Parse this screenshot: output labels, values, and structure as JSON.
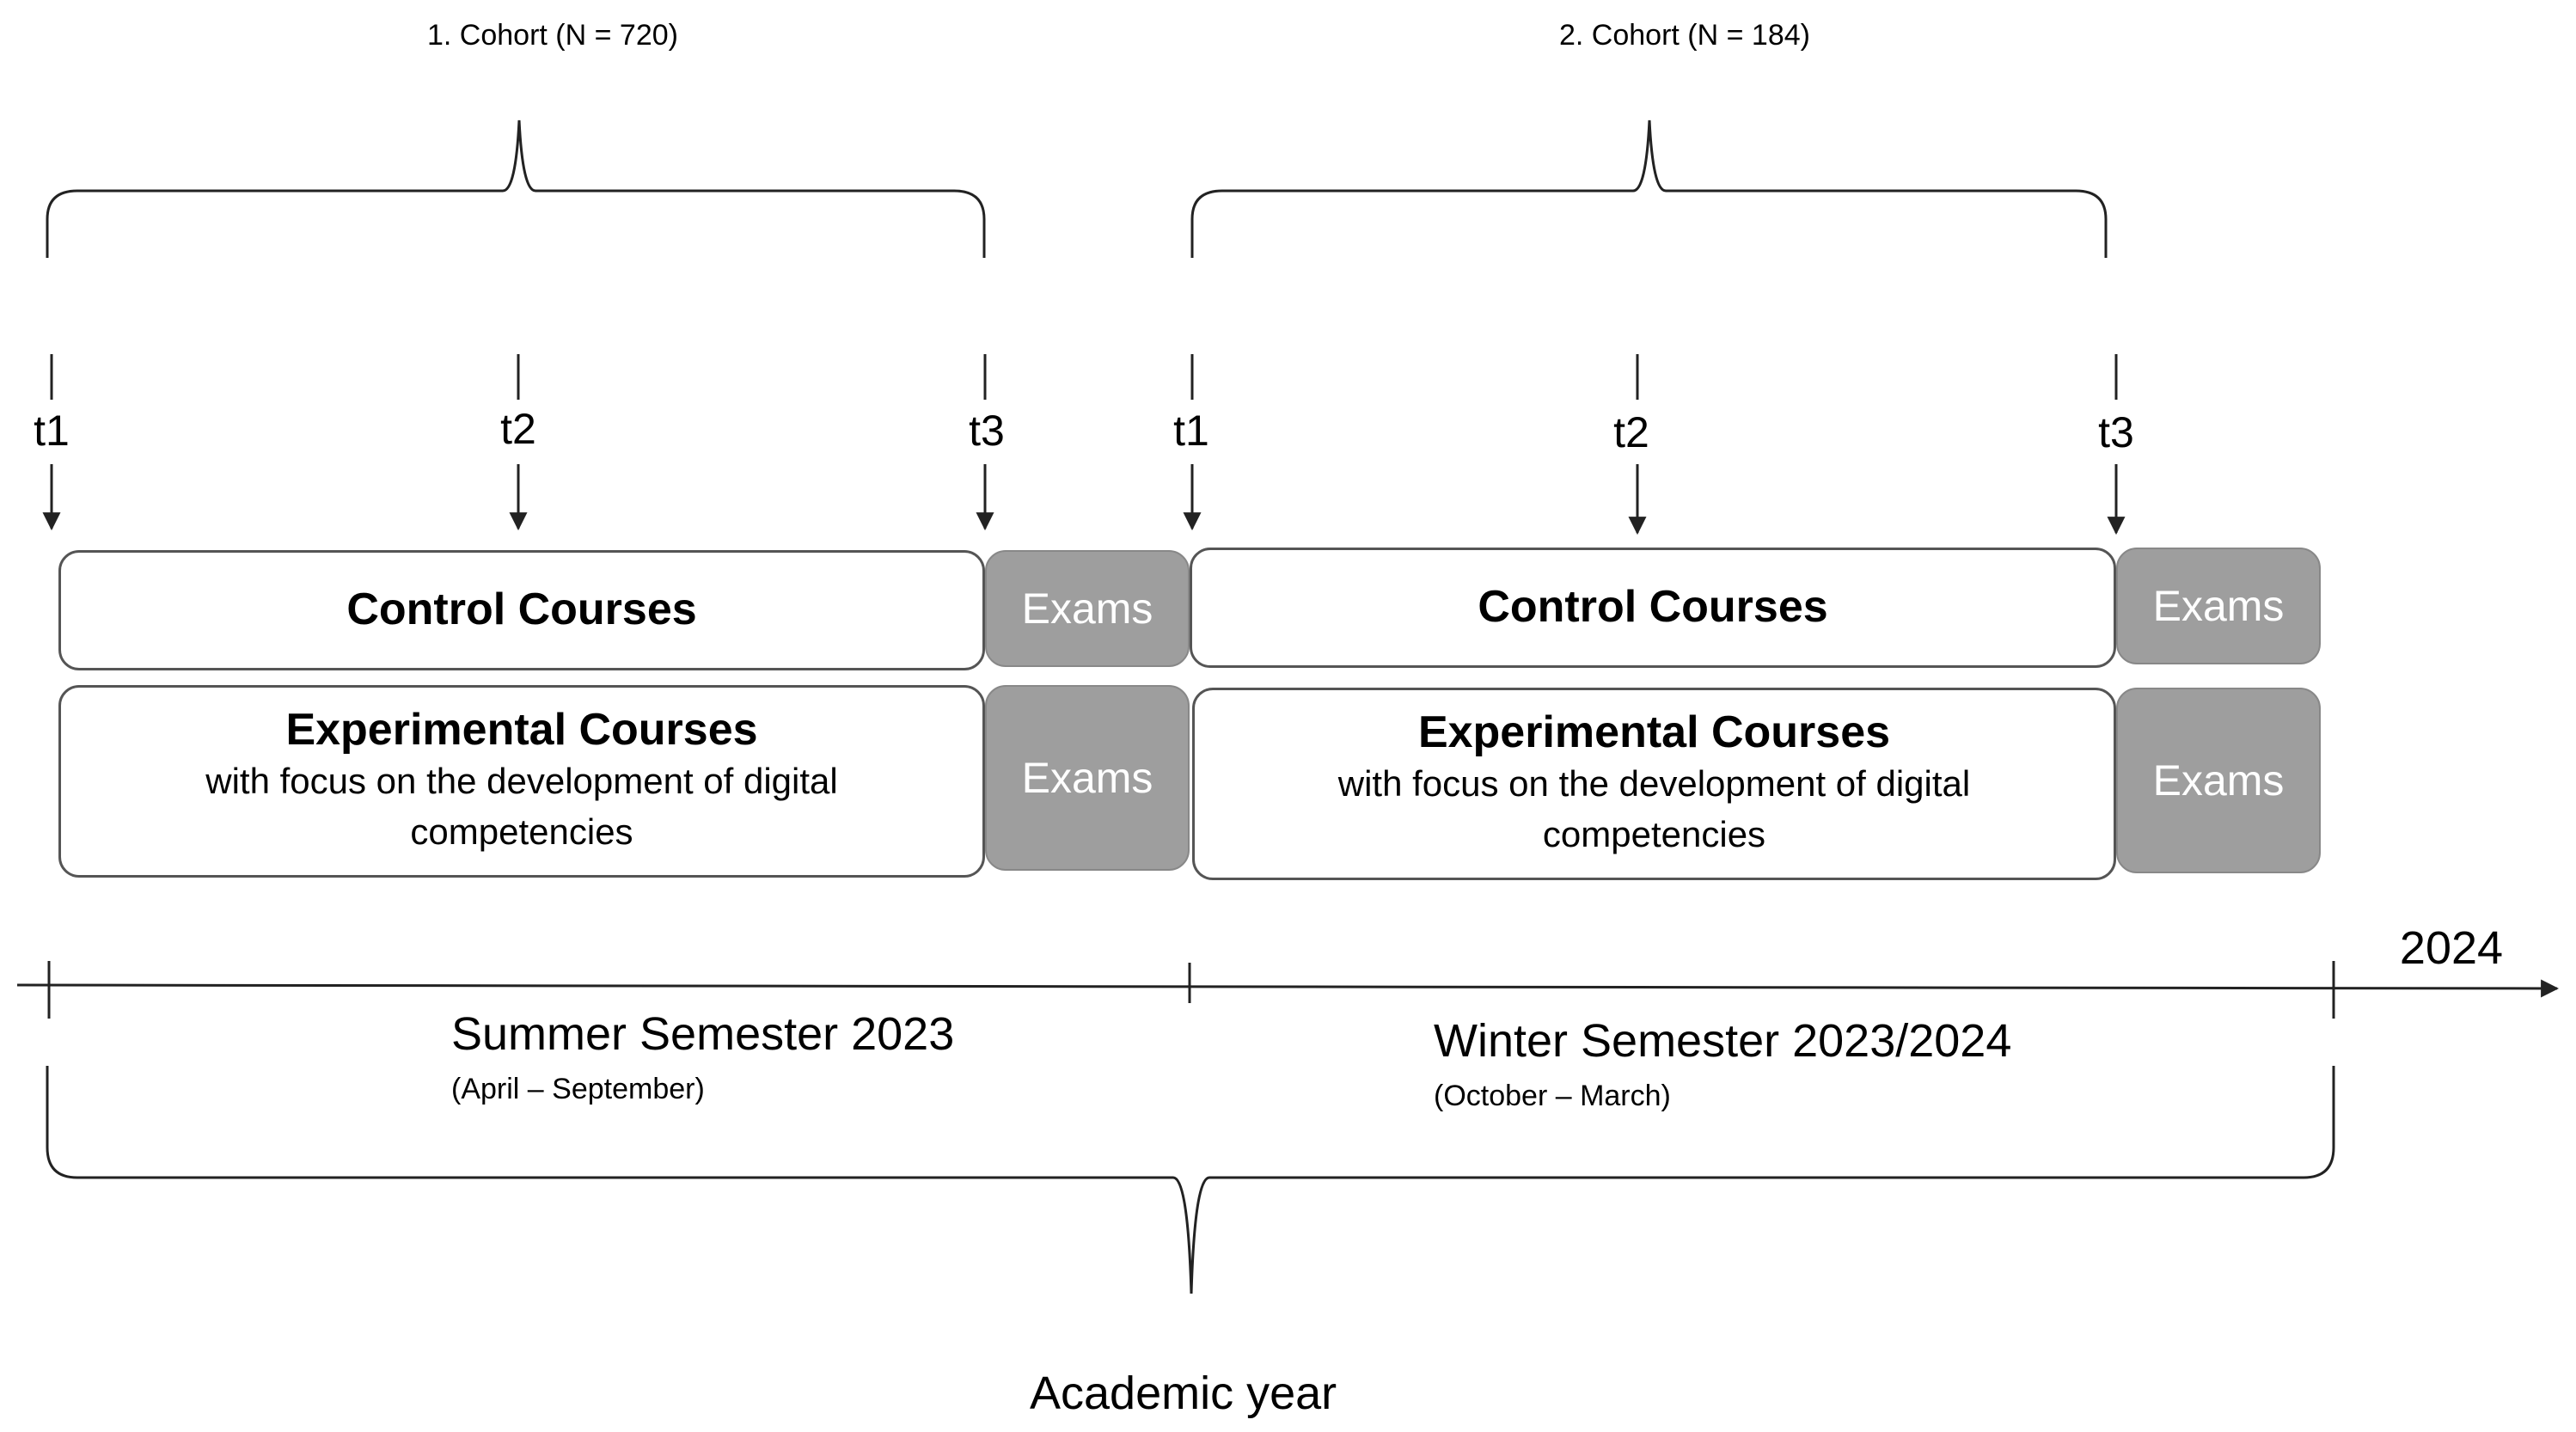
{
  "cohorts": [
    {
      "label": "1. Cohort (N = 720)"
    },
    {
      "label": "2. Cohort (N = 184)"
    }
  ],
  "timepoints": [
    "t1",
    "t2",
    "t3"
  ],
  "courses": {
    "control_title": "Control Courses",
    "experimental_title": "Experimental Courses",
    "experimental_sub_1": "with focus on the development of digital",
    "experimental_sub_2": "competencies",
    "exams": "Exams"
  },
  "semesters": [
    {
      "name": "Summer Semester 2023",
      "range": "(April – September)"
    },
    {
      "name": "Winter Semester 2023/2024",
      "range": "(October – March)"
    }
  ],
  "axis_end_label": "2024",
  "bottom_label": "Academic year",
  "colors": {
    "exam_fill": "#9e9e9e",
    "line": "#222222"
  }
}
